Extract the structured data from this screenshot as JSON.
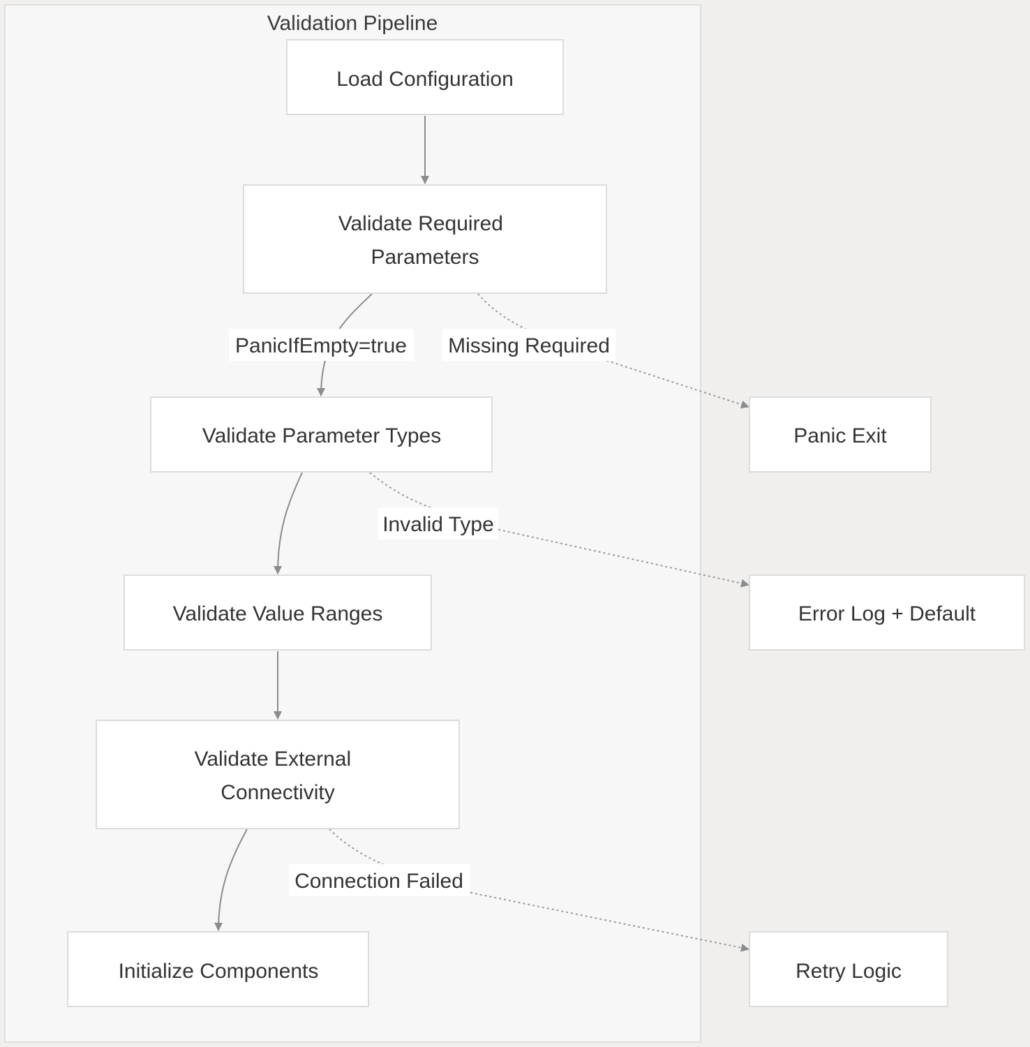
{
  "cluster": {
    "title": "Validation Pipeline"
  },
  "nodes": {
    "load_config": {
      "lines": [
        "Load Configuration"
      ]
    },
    "validate_required": {
      "lines": [
        "Validate Required",
        "Parameters"
      ]
    },
    "validate_types": {
      "lines": [
        "Validate Parameter Types"
      ]
    },
    "validate_ranges": {
      "lines": [
        "Validate Value Ranges"
      ]
    },
    "validate_connectivity": {
      "lines": [
        "Validate External",
        "Connectivity"
      ]
    },
    "initialize": {
      "lines": [
        "Initialize Components"
      ]
    },
    "panic_exit": {
      "lines": [
        "Panic Exit"
      ]
    },
    "error_log": {
      "lines": [
        "Error Log + Default"
      ]
    },
    "retry_logic": {
      "lines": [
        "Retry Logic"
      ]
    }
  },
  "edges": {
    "panic_if_empty": "PanicIfEmpty=true",
    "missing_required": "Missing Required",
    "invalid_type": "Invalid Type",
    "connection_failed": "Connection Failed"
  },
  "colors": {
    "background": "#f0efee",
    "cluster_fill": "#f7f7f7",
    "node_fill": "#ffffff",
    "border": "#dcdcdc",
    "edge": "#8c8c8c",
    "text": "#333333"
  }
}
